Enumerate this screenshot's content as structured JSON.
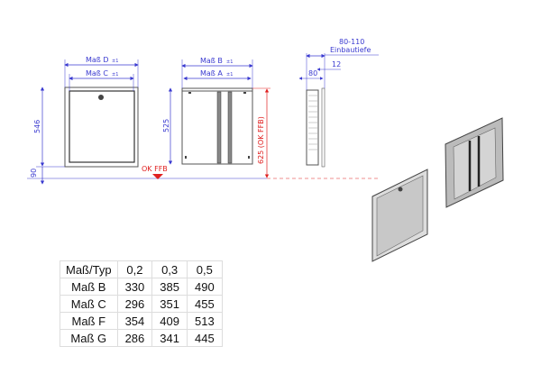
{
  "drawing": {
    "front": {
      "dim_outer": "Maß D",
      "dim_inner": "Maß C",
      "tolerance": "±1",
      "height": "546",
      "floor_gap": "90"
    },
    "back": {
      "dim_outer": "Maß B",
      "dim_inner": "Maß A",
      "tolerance": "±1",
      "height": "525",
      "total_height": "625 (OK FFB)"
    },
    "floor_label": "OK FFB",
    "side": {
      "depth_range": "80-110",
      "depth_label": "Einbautiefe",
      "frame": "12",
      "body": "80"
    },
    "colors": {
      "dimension": "#3a3ad0",
      "floor": "#e02020"
    }
  },
  "table": {
    "header": [
      "Maß/Typ",
      "0,2",
      "0,3",
      "0,5"
    ],
    "rows": [
      [
        "Maß B",
        "330",
        "385",
        "490"
      ],
      [
        "Maß C",
        "296",
        "351",
        "455"
      ],
      [
        "Maß F",
        "354",
        "409",
        "513"
      ],
      [
        "Maß G",
        "286",
        "341",
        "445"
      ]
    ]
  }
}
